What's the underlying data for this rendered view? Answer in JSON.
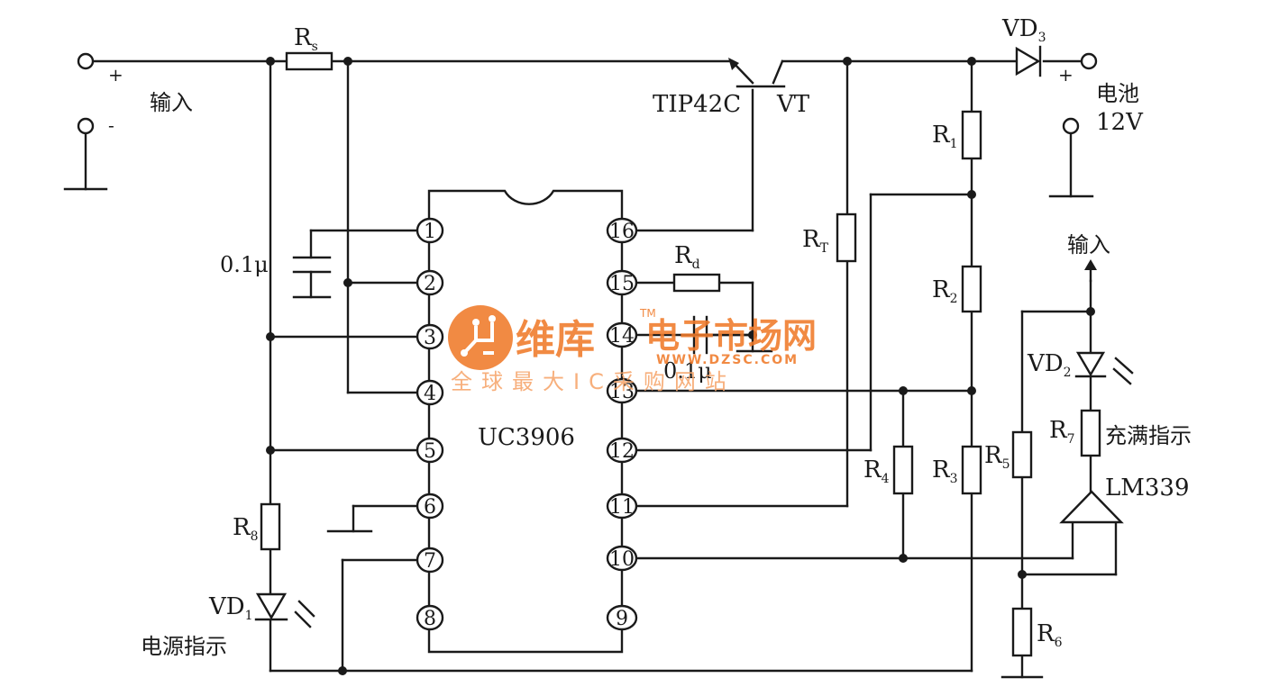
{
  "labels": {
    "input": "输入",
    "plus": "+",
    "minus": "-",
    "battery": "电池",
    "battery_voltage": "12V",
    "transistor_model": "TIP42C",
    "transistor_ref": "VT",
    "ic": "UC3906",
    "comparator": "LM339",
    "power_indicator": "电源指示",
    "full_indicator": "充满指示",
    "cap1": "0.1μ",
    "cap2": "0.1μ",
    "input_right": "输入"
  },
  "components": {
    "Rs": {
      "main": "R",
      "sub": "s"
    },
    "R1": {
      "main": "R",
      "sub": "1"
    },
    "R2": {
      "main": "R",
      "sub": "2"
    },
    "R3": {
      "main": "R",
      "sub": "3"
    },
    "R4": {
      "main": "R",
      "sub": "4"
    },
    "R5": {
      "main": "R",
      "sub": "5"
    },
    "R6": {
      "main": "R",
      "sub": "6"
    },
    "R7": {
      "main": "R",
      "sub": "7"
    },
    "R8": {
      "main": "R",
      "sub": "8"
    },
    "Rd": {
      "main": "R",
      "sub": "d"
    },
    "RT": {
      "main": "R",
      "sub": "T"
    },
    "VD1": {
      "main": "VD",
      "sub": "1"
    },
    "VD2": {
      "main": "VD",
      "sub": "2"
    },
    "VD3": {
      "main": "VD",
      "sub": "3"
    }
  },
  "pins_left": [
    "1",
    "2",
    "3",
    "4",
    "5",
    "6",
    "7",
    "8"
  ],
  "pins_right": [
    "16",
    "15",
    "14",
    "13",
    "12",
    "11",
    "10",
    "9"
  ],
  "watermark": {
    "brand": "维库",
    "tm": "TM",
    "site_name": "电子市场网",
    "url": "WWW.DZSC.COM",
    "slogan": "全球最大IC采购网站",
    "colors": {
      "primary": "#f07a2a",
      "light": "#f6a56a"
    }
  }
}
